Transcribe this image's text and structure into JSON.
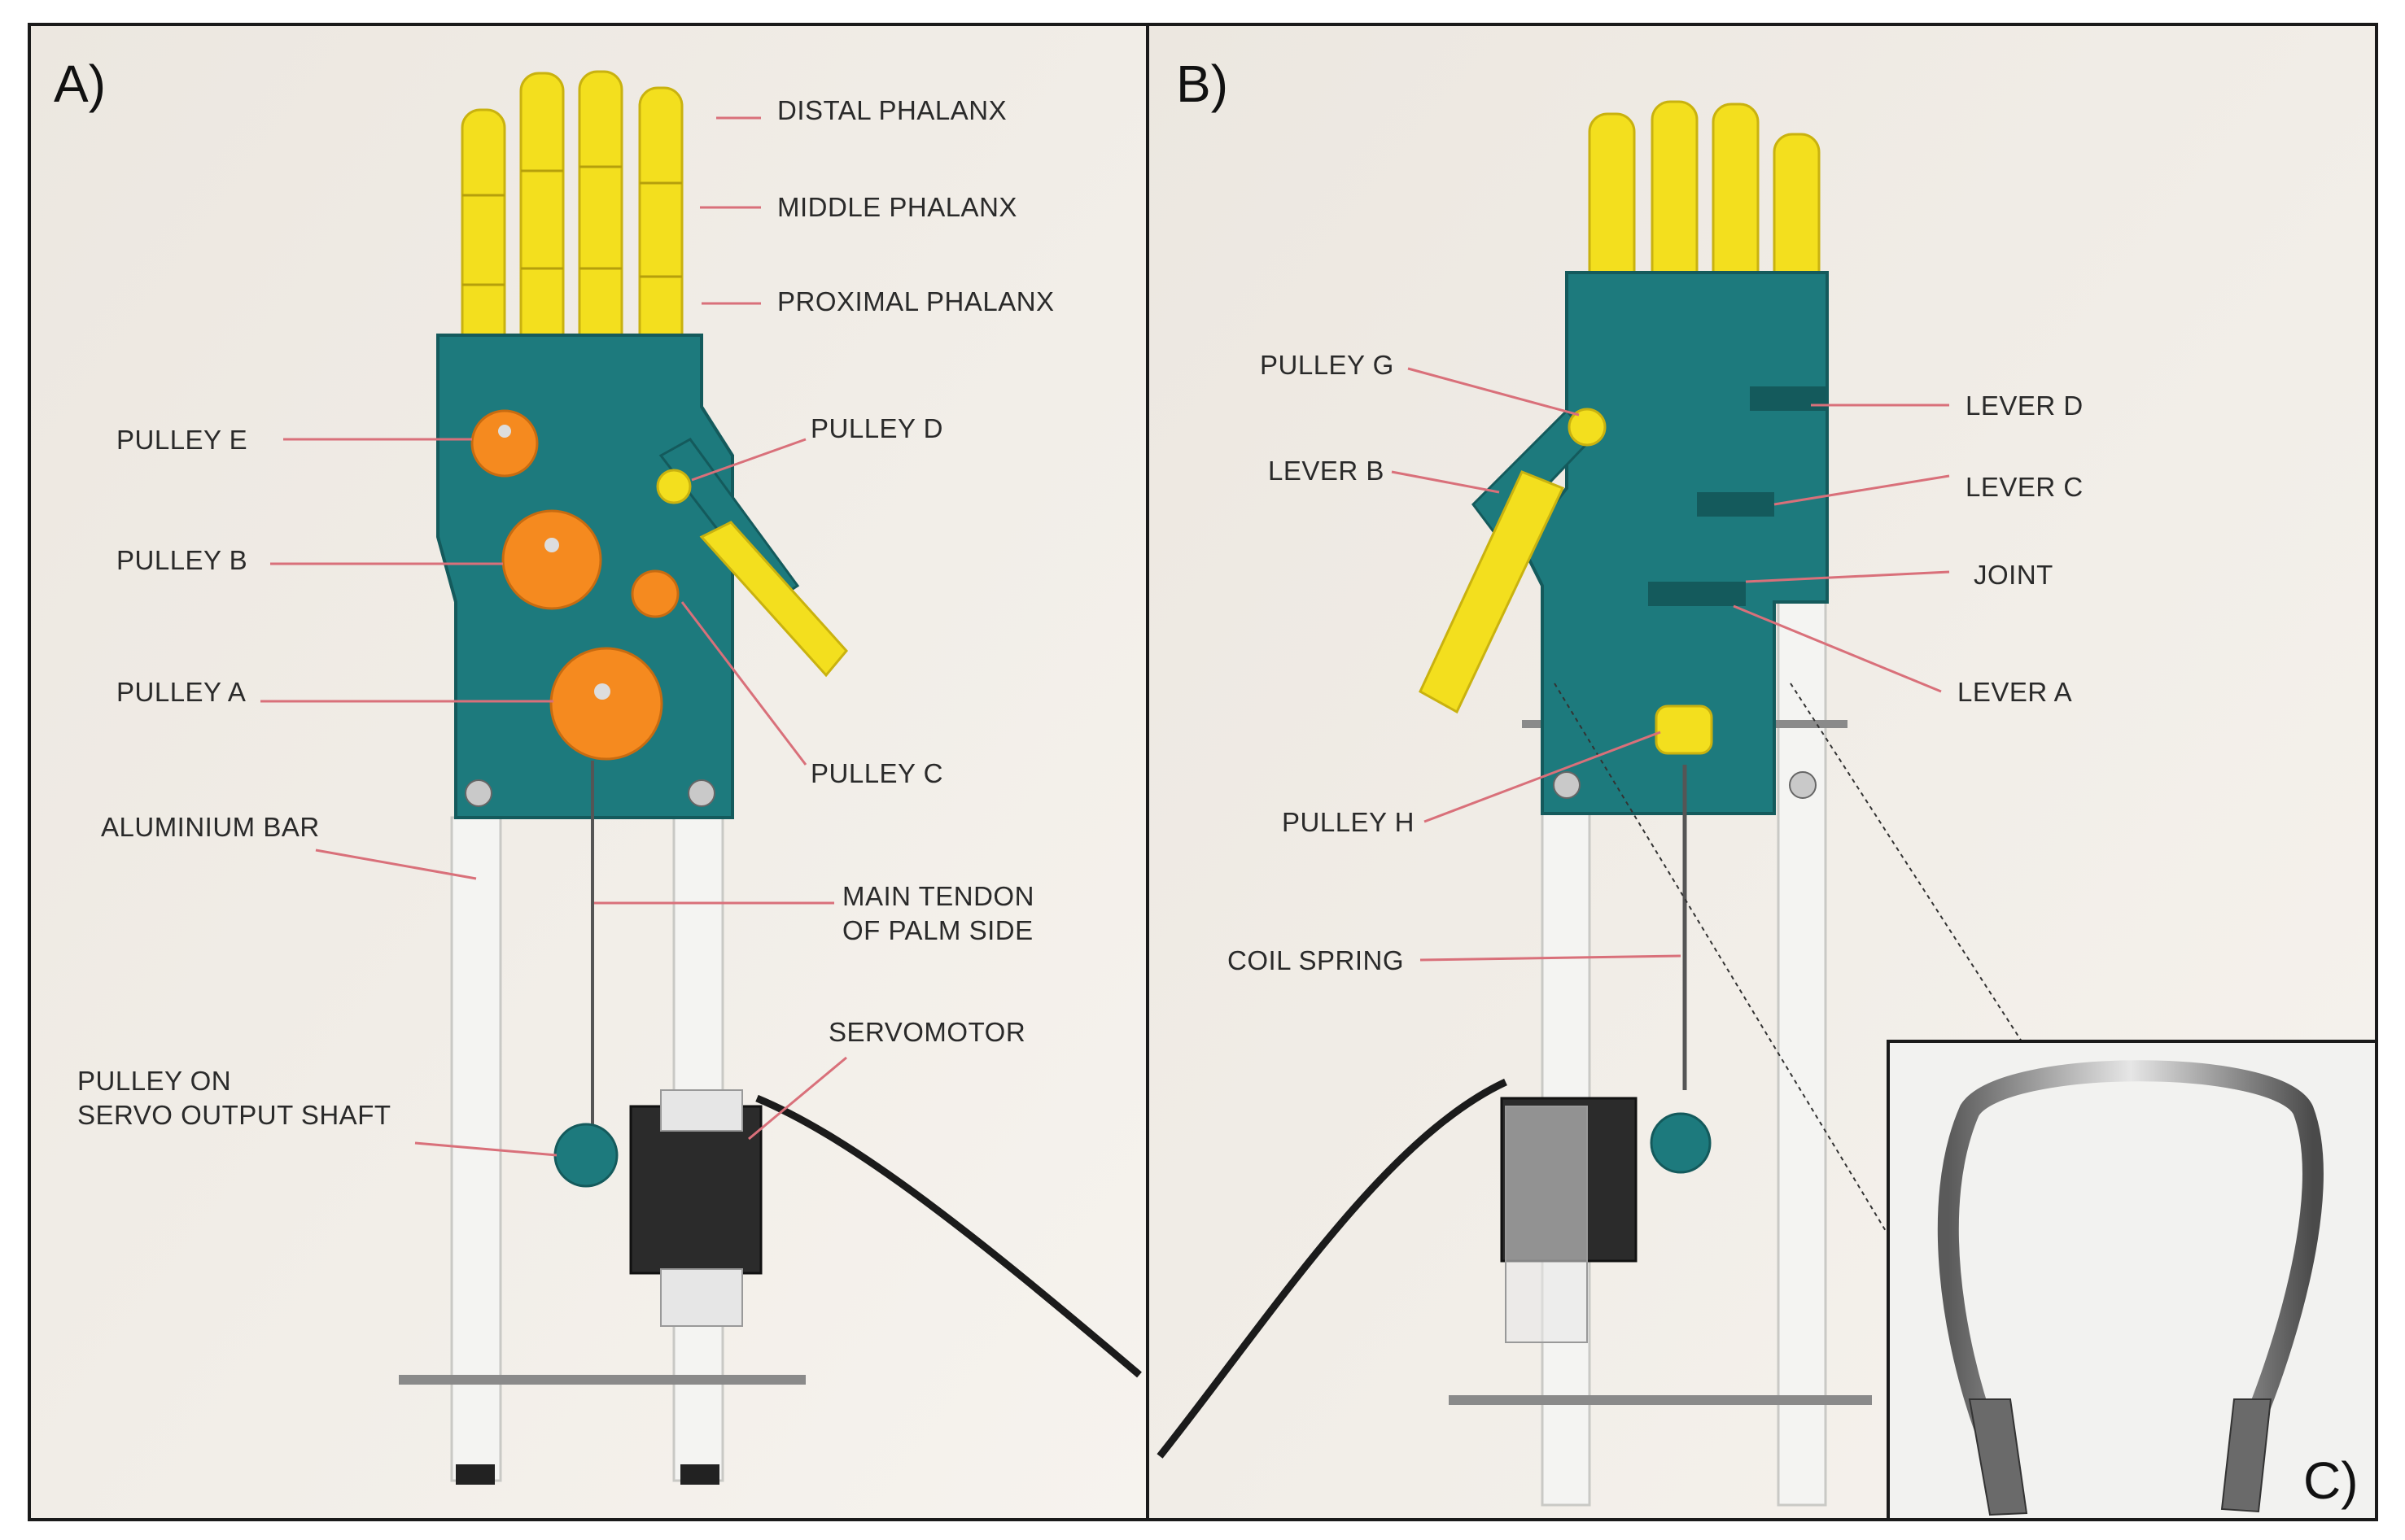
{
  "panels": {
    "a": "A)",
    "b": "B)",
    "c": "C)"
  },
  "labels_a": {
    "distal": "DISTAL PHALANX",
    "middle": "MIDDLE PHALANX",
    "proximal": "PROXIMAL PHALANX",
    "pulley_e": "PULLEY E",
    "pulley_d": "PULLEY D",
    "pulley_b": "PULLEY B",
    "pulley_a": "PULLEY A",
    "pulley_c": "PULLEY C",
    "aluminium_bar": "ALUMINIUM BAR",
    "main_tendon_1": "MAIN TENDON",
    "main_tendon_2": "OF PALM SIDE",
    "servomotor": "SERVOMOTOR",
    "pulley_servo_1": "PULLEY ON",
    "pulley_servo_2": "SERVO OUTPUT SHAFT"
  },
  "labels_b": {
    "pulley_g": "PULLEY G",
    "lever_b": "LEVER B",
    "lever_d": "LEVER D",
    "lever_c": "LEVER C",
    "joint": "JOINT",
    "lever_a": "LEVER A",
    "pulley_h": "PULLEY H",
    "coil_spring": "COIL SPRING"
  },
  "colors": {
    "photo_bg": "#f1ece5",
    "palm": "#1d7a7d",
    "finger": "#f3df1e",
    "pulley_orange": "#f58a1f",
    "aluminium": "#f4f4f2",
    "leader": "#d9707a",
    "cable": "#1b1b1b",
    "steel": "#8a8a8a"
  }
}
